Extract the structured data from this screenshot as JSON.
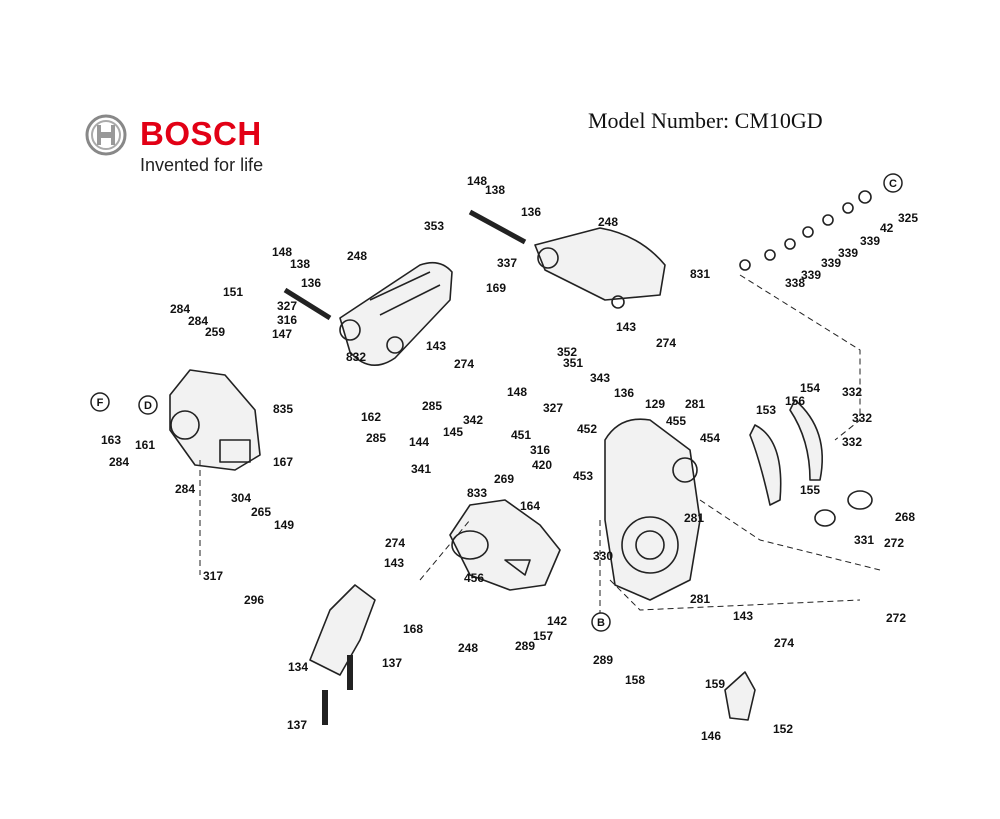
{
  "brand": {
    "name": "BOSCH",
    "tagline": "Invented for life",
    "color": "#e20015"
  },
  "model_text": "Model Number: CM10GD",
  "callouts": [
    "C",
    "F",
    "D",
    "B"
  ],
  "part_labels": [
    "148",
    "138",
    "136",
    "353",
    "337",
    "248",
    "831",
    "169",
    "325",
    "42",
    "339",
    "339",
    "339",
    "339",
    "338",
    "248",
    "148",
    "138",
    "151",
    "327",
    "316",
    "147",
    "136",
    "832",
    "143",
    "274",
    "143",
    "274",
    "284",
    "284",
    "259",
    "835",
    "162",
    "285",
    "285",
    "163",
    "161",
    "284",
    "284",
    "167",
    "304",
    "265",
    "149",
    "352",
    "351",
    "148",
    "343",
    "136",
    "451",
    "327",
    "316",
    "420",
    "452",
    "453",
    "145",
    "342",
    "144",
    "341",
    "129",
    "281",
    "455",
    "454",
    "269",
    "833",
    "164",
    "456",
    "330",
    "142",
    "248",
    "157",
    "289",
    "289",
    "158",
    "153",
    "156",
    "154",
    "332",
    "332",
    "332",
    "155",
    "268",
    "331",
    "281",
    "272",
    "272",
    "281",
    "143",
    "274",
    "274",
    "143",
    "168",
    "134",
    "137",
    "137",
    "317",
    "296",
    "159",
    "146",
    "152"
  ]
}
